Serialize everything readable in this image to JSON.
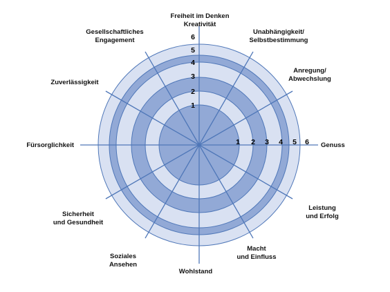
{
  "colors": {
    "ring_dark": "#92A9D6",
    "ring_light": "#D9E1F2",
    "stroke": "#4F77B8",
    "text": "#111111"
  },
  "rings": [
    {
      "level": 1,
      "label": "1",
      "shade": "dark"
    },
    {
      "level": 2,
      "label": "2",
      "shade": "light"
    },
    {
      "level": 3,
      "label": "3",
      "shade": "dark"
    },
    {
      "level": 4,
      "label": "4",
      "shade": "light"
    },
    {
      "level": 5,
      "label": "5",
      "shade": "dark"
    },
    {
      "level": 6,
      "label": "6",
      "shade": "light"
    }
  ],
  "axes": [
    {
      "name": "axis-freiheit",
      "lines": [
        "Freiheit im Denken",
        "Kreativität"
      ]
    },
    {
      "name": "axis-unabhaengigkeit",
      "lines": [
        "Unabhängigkeit/",
        "Selbstbestimmung"
      ]
    },
    {
      "name": "axis-anregung",
      "lines": [
        "Anregung/",
        "Abwechslung"
      ]
    },
    {
      "name": "axis-genuss",
      "lines": [
        "Genuss"
      ]
    },
    {
      "name": "axis-leistung",
      "lines": [
        "Leistung",
        "und Erfolg"
      ]
    },
    {
      "name": "axis-macht",
      "lines": [
        "Macht",
        "und Einfluss"
      ]
    },
    {
      "name": "axis-wohlstand",
      "lines": [
        "Wohlstand"
      ]
    },
    {
      "name": "axis-soziales-ansehen",
      "lines": [
        "Soziales",
        "Ansehen"
      ]
    },
    {
      "name": "axis-sicherheit",
      "lines": [
        "Sicherheit",
        "und Gesundheit"
      ]
    },
    {
      "name": "axis-fuersorglichkeit",
      "lines": [
        "Fürsorglichkeit"
      ]
    },
    {
      "name": "axis-zuverlaessigkeit",
      "lines": [
        "Zuverlässigkeit"
      ]
    },
    {
      "name": "axis-gesellschaftliches-engagement",
      "lines": [
        "Gesellschaftliches",
        "Engagement"
      ]
    }
  ]
}
